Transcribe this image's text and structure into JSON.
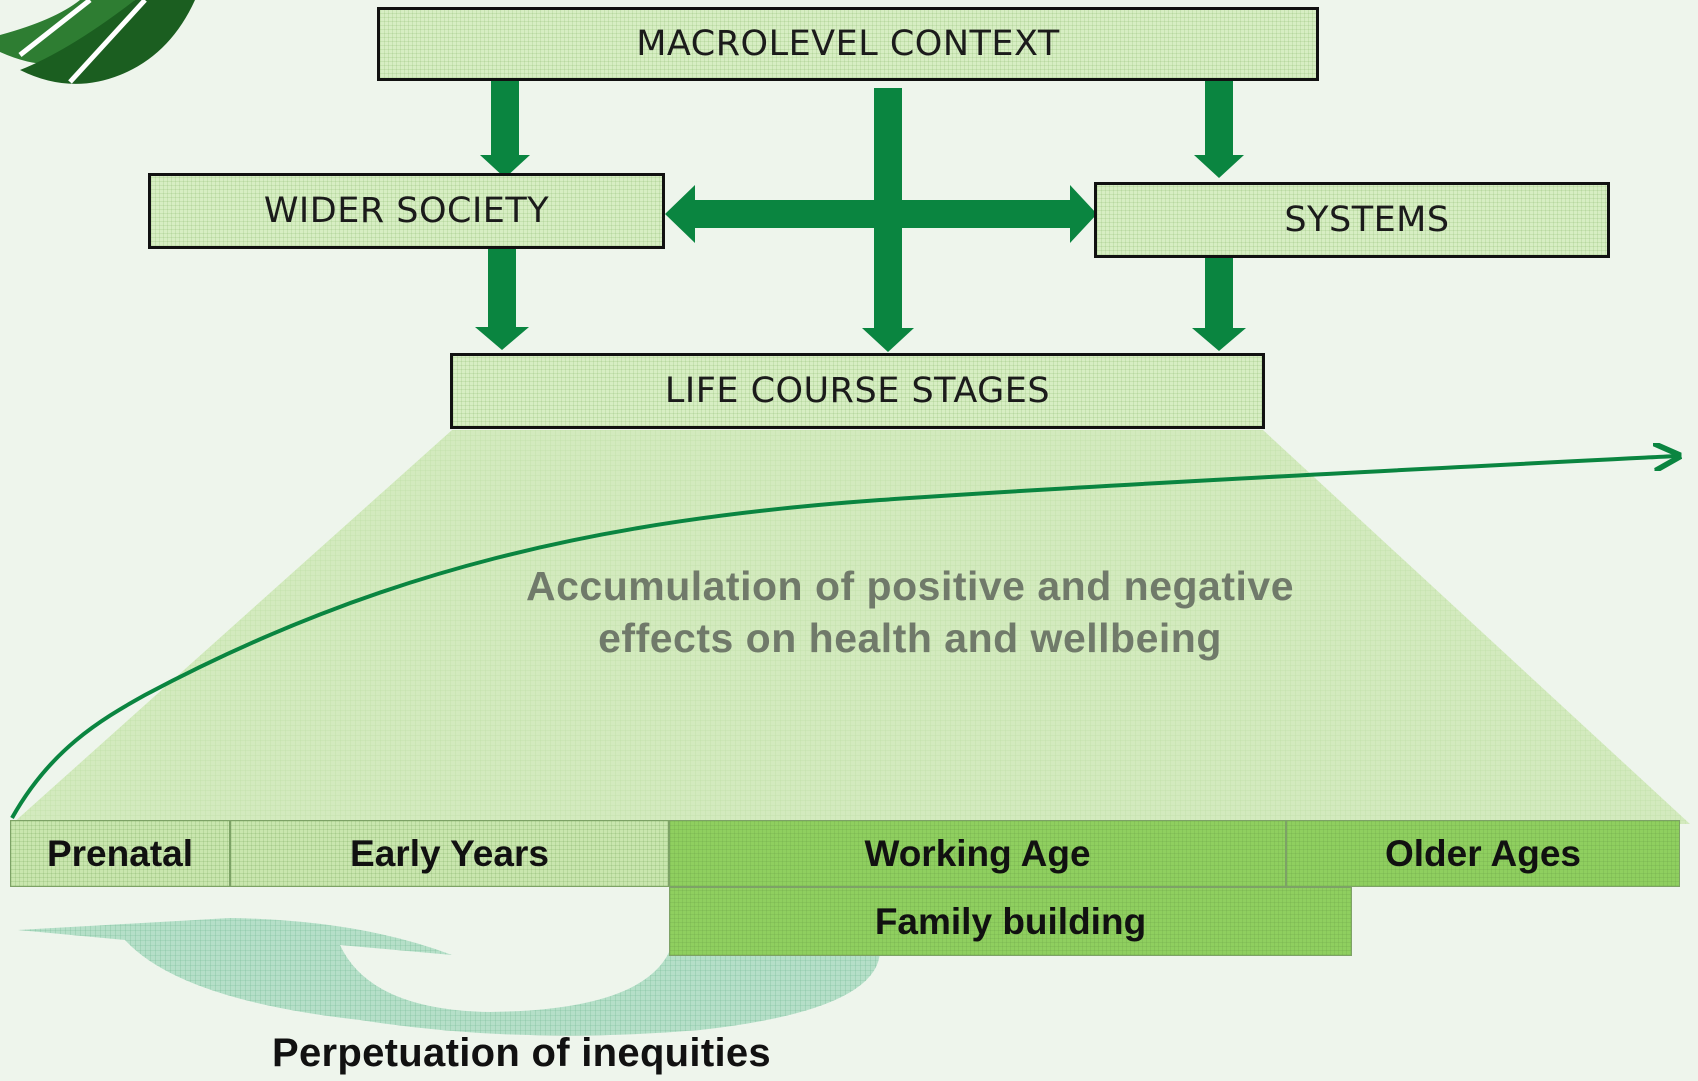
{
  "colors": {
    "background": "#eef5ec",
    "arrow_green": "#0a8540",
    "box_fill": "#d7eec3",
    "stage_light": "#c9e6ae",
    "stage_dark": "#8fcf5f",
    "trapezoid_fill": "#cfe9b9"
  },
  "icons": {
    "logo": "leaf-segment-logo"
  },
  "boxes": {
    "macrolevel": "MACROLEVEL CONTEXT",
    "wider_society": "WIDER SOCIETY",
    "systems": "SYSTEMS",
    "life_course": "LIFE COURSE STAGES"
  },
  "accumulation": {
    "line1": "Accumulation of positive and negative",
    "line2": "effects on health and wellbeing"
  },
  "stages": {
    "prenatal": "Prenatal",
    "early_years": "Early Years",
    "working_age": "Working Age",
    "older_ages": "Older Ages",
    "family_building": "Family building"
  },
  "perpetuation": "Perpetuation of inequities"
}
